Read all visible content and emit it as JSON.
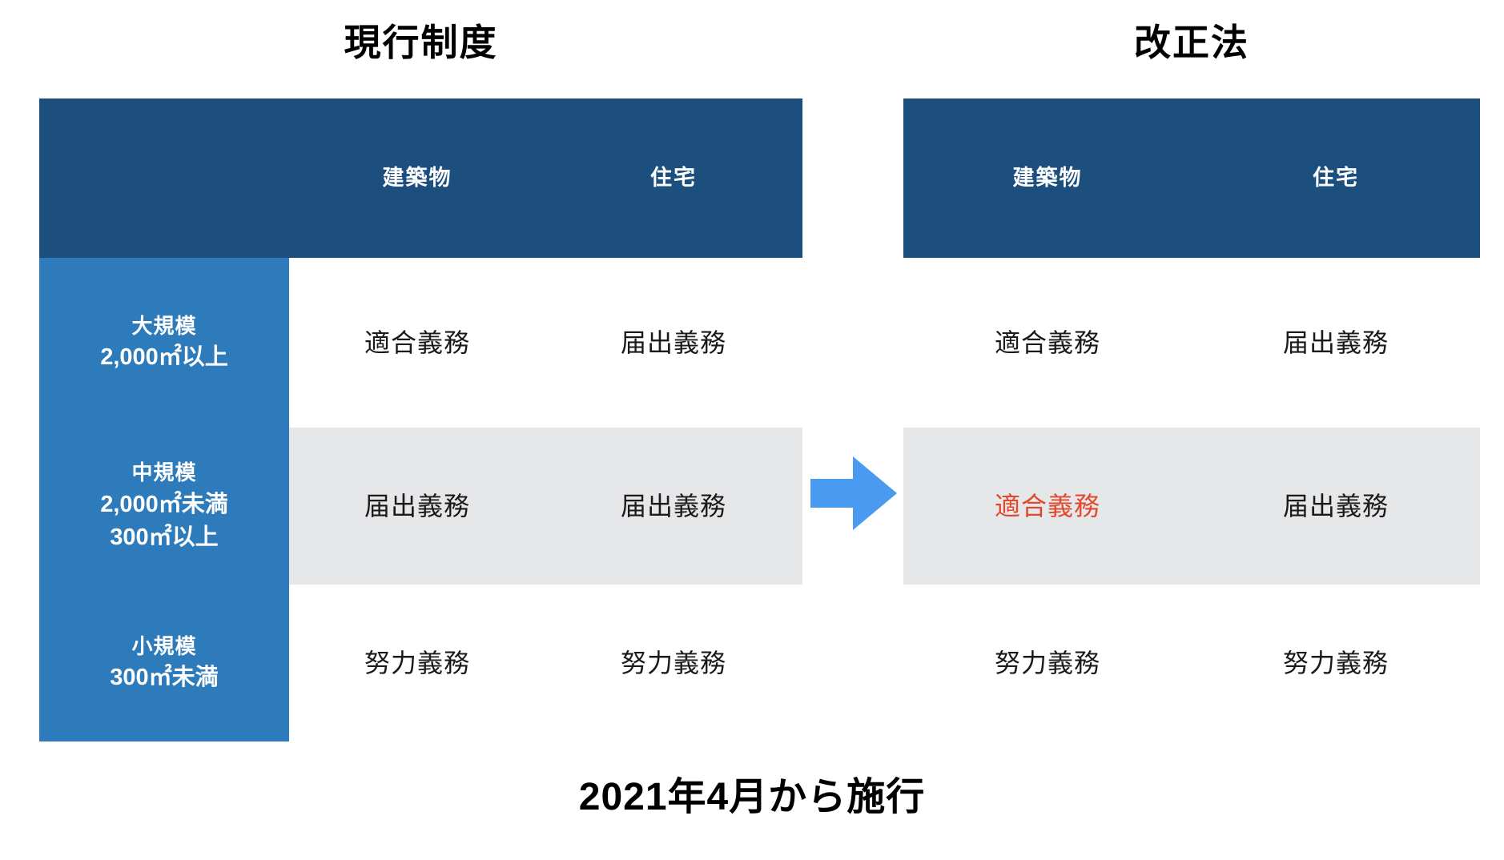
{
  "panels": {
    "left": {
      "title": "現行制度"
    },
    "right": {
      "title": "改正法"
    }
  },
  "columns": [
    "建築物",
    "住宅"
  ],
  "rows": [
    {
      "label_main": "大規模",
      "label_sub_1": "2,000㎡以上",
      "label_sub_2": "",
      "current": [
        "適合義務",
        "届出義務"
      ],
      "revised": [
        "適合義務",
        "届出義務"
      ],
      "highlight_revised": [
        false,
        false
      ]
    },
    {
      "label_main": "中規模",
      "label_sub_1": "2,000㎡未満",
      "label_sub_2": "300㎡以上",
      "current": [
        "届出義務",
        "届出義務"
      ],
      "revised": [
        "適合義務",
        "届出義務"
      ],
      "highlight_revised": [
        true,
        false
      ]
    },
    {
      "label_main": "小規模",
      "label_sub_1": "300㎡未満",
      "label_sub_2": "",
      "current": [
        "努力義務",
        "努力義務"
      ],
      "revised": [
        "努力義務",
        "努力義務"
      ],
      "highlight_revised": [
        false,
        false
      ]
    }
  ],
  "arrow": {
    "direction": "right",
    "color": "#4A9BF0"
  },
  "footer": {
    "text": "2021年4月から施行"
  },
  "colors": {
    "header_blue": "#1C4E7E",
    "row_label_blue": "#2E7BBC",
    "alt_row_gray": "#E6E7E9",
    "highlight_red": "#E0492C",
    "arrow_blue": "#4A9BF0",
    "text_black": "#1a1a1a",
    "background": "#FFFFFF"
  }
}
